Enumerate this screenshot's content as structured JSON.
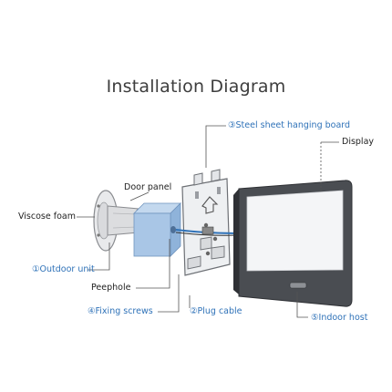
{
  "title": "Installation Diagram",
  "labels": {
    "door_panel": "Door panel",
    "viscose_foam": "Viscose foam",
    "outdoor_unit": "①Outdoor unit",
    "peephole": "Peephole",
    "fixing_screws": "④Fixing screws",
    "plug_cable": "②Plug cable",
    "steel_sheet": "③Steel sheet hanging board",
    "display": "Display",
    "indoor_host": "⑤Indoor host"
  },
  "colors": {
    "callout_blue": "#2f72b8",
    "text_dark": "#222222",
    "foam_block": "#a9c6e6",
    "display_frame": "#4a4d52",
    "screen": "#f4f5f7"
  }
}
